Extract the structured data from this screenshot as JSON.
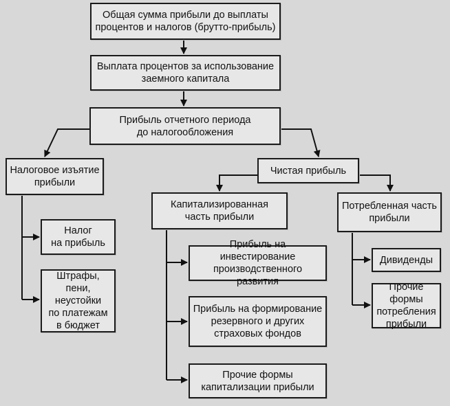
{
  "diagram": {
    "nodes": {
      "gross_profit": "Общая сумма прибыли до выплаты\nпроцентов и налогов (брутто-прибыль)",
      "interest": "Выплата процентов за использование\nзаемного капитала",
      "pretax_profit": "Прибыль отчетного периода\nдо налогообложения",
      "tax_withdrawal": "Налоговое изъятие\nприбыли",
      "income_tax": "Налог\nна прибыль",
      "fines": "Штрафы, пени,\nнеустойки\nпо платежам\nв бюджет",
      "net_profit": "Чистая прибыль",
      "capitalized": "Капитализированная\nчасть прибыли",
      "invest": "Прибыль на инвестирование\nпроизводственного развития",
      "reserve": "Прибыль на формирование\nрезервного и других\nстраховых фондов",
      "other_capital": "Прочие формы\nкапитализации прибыли",
      "consumed": "Потребленная часть\nприбыли",
      "dividends": "Дивиденды",
      "other_consumption": "Прочие формы\nпотребления\nприбыли"
    }
  }
}
